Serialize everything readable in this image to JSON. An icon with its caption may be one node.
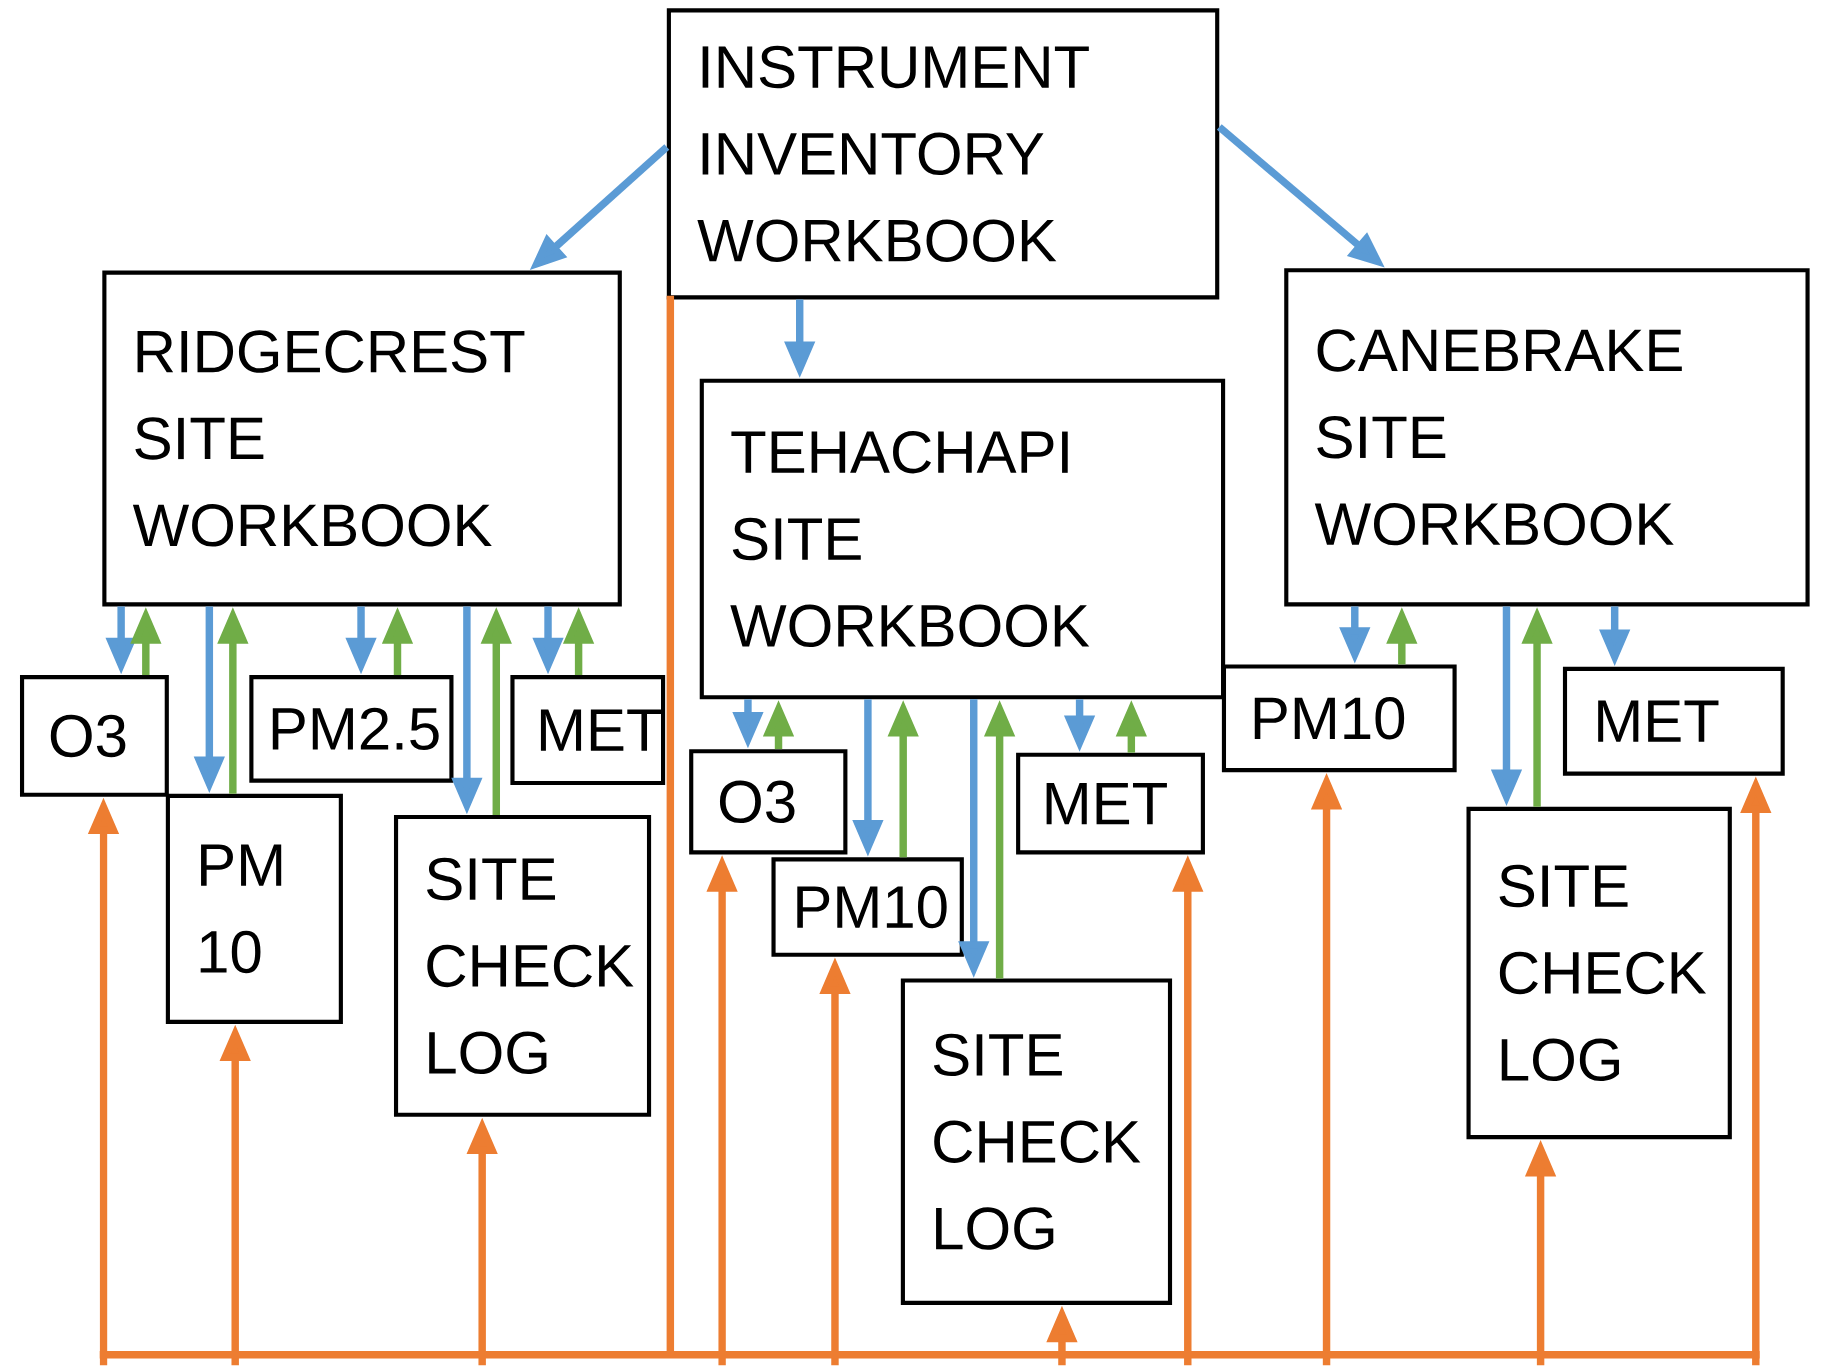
{
  "diagram": {
    "nodes": [
      {
        "text": [
          "INSTRUMENT INVENTORY WORKBOOK"
        ]
      },
      {
        "text": [
          "RIDGECREST SITE WORKBOOK"
        ]
      },
      {
        "text": [
          "O3"
        ]
      },
      {
        "text": [
          "PM2.5"
        ]
      },
      {
        "text": [
          "MET"
        ]
      },
      {
        "text": [
          "PM 10"
        ]
      },
      {
        "text": [
          "SITE CHECK LOG"
        ]
      },
      {
        "text": [
          "TEHACHAPI SITE WORKBOOK"
        ]
      },
      {
        "text": [
          "O3"
        ]
      },
      {
        "text": [
          "MET"
        ]
      },
      {
        "text": [
          "PM10"
        ]
      },
      {
        "text": [
          "SITE CHECK LOG"
        ]
      },
      {
        "text": [
          "CANEBRAKE SITE WORKBOOK"
        ]
      },
      {
        "text": [
          "PM10"
        ]
      },
      {
        "text": [
          "MET"
        ]
      },
      {
        "text": [
          "SITE CHECK LOG"
        ]
      }
    ],
    "edges": [
      {
        "from": 0,
        "to": 1,
        "arrow": "to"
      },
      {
        "from": 0,
        "to": 7,
        "arrow": "to"
      },
      {
        "from": 0,
        "to": 12,
        "arrow": "to"
      },
      {
        "from": 1,
        "to": 2,
        "arrow": "to"
      },
      {
        "from": 2,
        "to": 1,
        "arrow": "to",
        "color": "#70ad47"
      },
      {
        "from": 1,
        "to": 5,
        "arrow": "to"
      },
      {
        "from": 5,
        "to": 1,
        "arrow": "to",
        "color": "#70ad47"
      },
      {
        "from": 1,
        "to": 3,
        "arrow": "to"
      },
      {
        "from": 3,
        "to": 1,
        "arrow": "to",
        "color": "#70ad47"
      },
      {
        "from": 1,
        "to": 6,
        "arrow": "to"
      },
      {
        "from": 6,
        "to": 1,
        "arrow": "to",
        "color": "#70ad47"
      },
      {
        "from": 1,
        "to": 4,
        "arrow": "to"
      },
      {
        "from": 4,
        "to": 1,
        "arrow": "to",
        "color": "#70ad47"
      },
      {
        "from": 7,
        "to": 8,
        "arrow": "to"
      },
      {
        "from": 8,
        "to": 7,
        "arrow": "to",
        "color": "#70ad47"
      },
      {
        "from": 7,
        "to": 10,
        "arrow": "to"
      },
      {
        "from": 10,
        "to": 7,
        "arrow": "to",
        "color": "#70ad47"
      },
      {
        "from": 7,
        "to": 11,
        "arrow": "to"
      },
      {
        "from": 11,
        "to": 7,
        "arrow": "to",
        "color": "#70ad47"
      },
      {
        "from": 7,
        "to": 9,
        "arrow": "to"
      },
      {
        "from": 9,
        "to": 7,
        "arrow": "to",
        "color": "#70ad47"
      },
      {
        "from": 12,
        "to": 13,
        "arrow": "to"
      },
      {
        "from": 13,
        "to": 12,
        "arrow": "to",
        "color": "#70ad47"
      },
      {
        "from": 12,
        "to": 15,
        "arrow": "to"
      },
      {
        "from": 15,
        "to": 12,
        "arrow": "to",
        "color": "#70ad47"
      },
      {
        "from": 12,
        "to": 14,
        "arrow": "to"
      },
      {
        "from": 0,
        "to": 2,
        "arrow": "to",
        "color": "#ed7d31"
      },
      {
        "from": 0,
        "to": 5,
        "arrow": "to",
        "color": "#ed7d31"
      },
      {
        "from": 0,
        "to": 6,
        "arrow": "to",
        "color": "#ed7d31"
      },
      {
        "from": 0,
        "to": 8,
        "arrow": "to",
        "color": "#ed7d31"
      },
      {
        "from": 0,
        "to": 10,
        "arrow": "to",
        "color": "#ed7d31"
      },
      {
        "from": 0,
        "to": 11,
        "arrow": "to",
        "color": "#ed7d31"
      },
      {
        "from": 0,
        "to": 9,
        "arrow": "to",
        "color": "#ed7d31"
      },
      {
        "from": 0,
        "to": 13,
        "arrow": "to",
        "color": "#ed7d31"
      },
      {
        "from": 0,
        "to": 15,
        "arrow": "to",
        "color": "#ed7d31"
      },
      {
        "from": 0,
        "to": 14,
        "arrow": "to",
        "color": "#ed7d31"
      }
    ]
  }
}
